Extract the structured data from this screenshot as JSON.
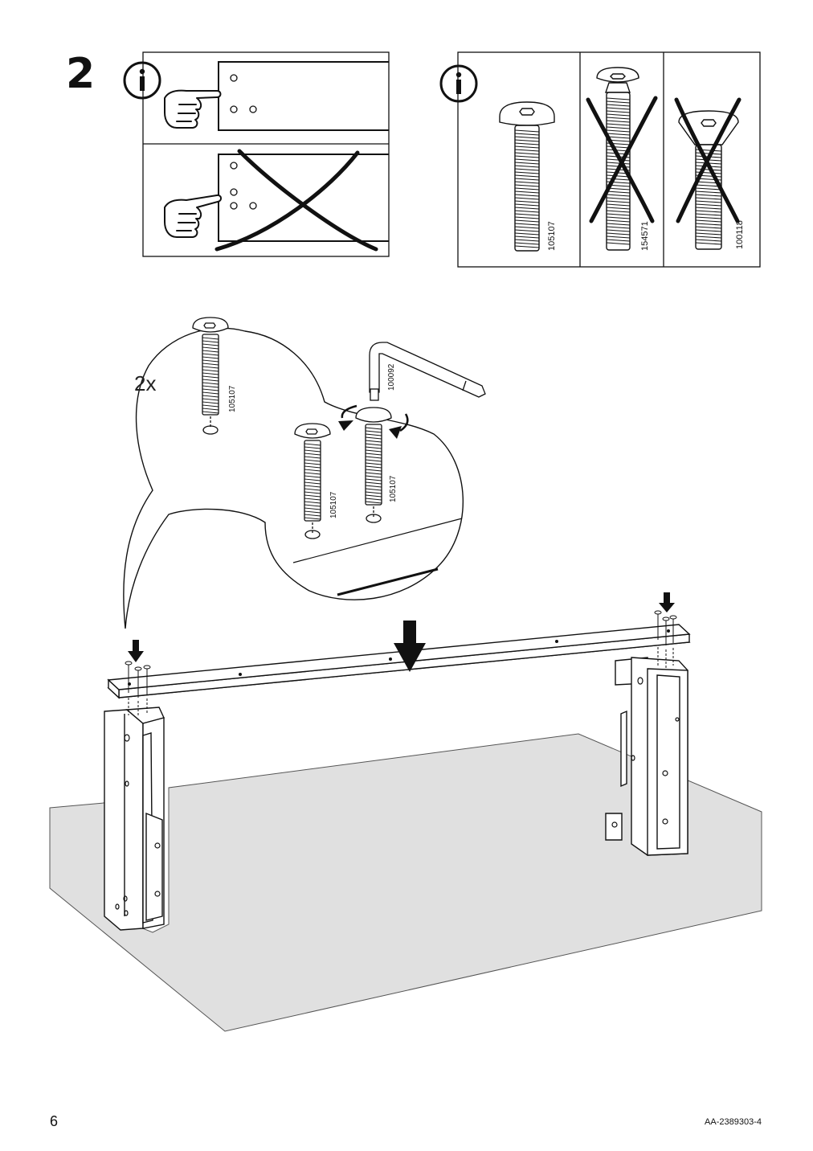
{
  "step": {
    "number": "2"
  },
  "info_panel_2": {
    "screw_codes": [
      "105107",
      "154571",
      "100118"
    ]
  },
  "callout": {
    "quantity": "2x",
    "screw_code": "105107",
    "tool_code": "100092"
  },
  "footer": {
    "page_number": "6",
    "document_code": "AA-2389303-4"
  }
}
